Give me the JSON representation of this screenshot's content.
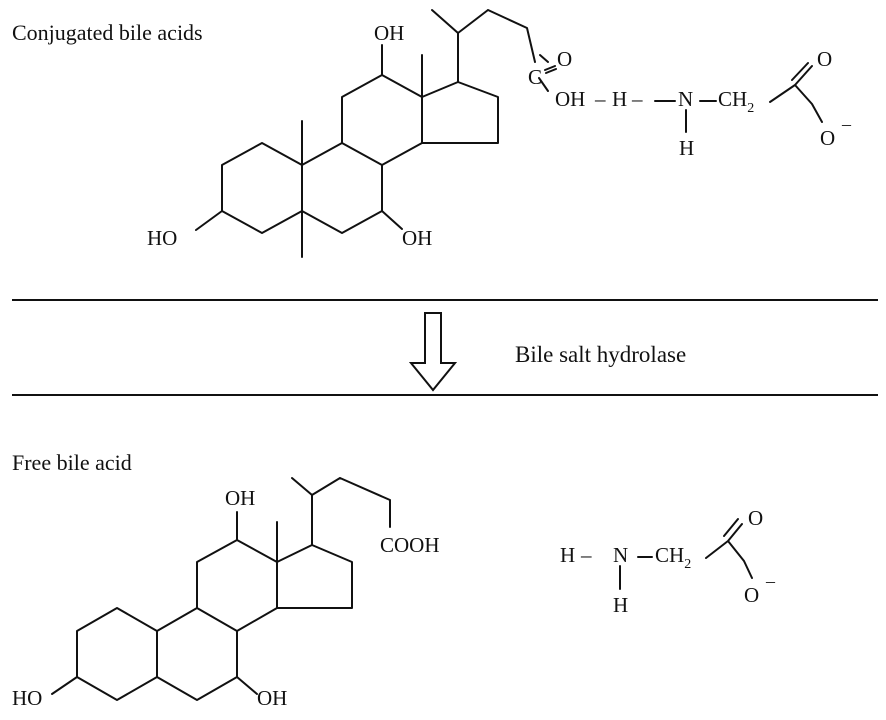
{
  "top_section": {
    "title": "Conjugated bile acids",
    "steroid_labels": {
      "oh_c12": "OH",
      "ho_c3": "HO",
      "oh_c7": "OH"
    },
    "carbonyl": {
      "c": "C",
      "o": "O"
    },
    "linkage": {
      "oh": "OH",
      "dash1": "–",
      "h": "H",
      "dash2": "–",
      "n": "N",
      "nh": "H",
      "ch2": "CH",
      "sub2": "2",
      "o_top": "O",
      "o_bottom": "O",
      "charge": "–"
    }
  },
  "reaction": {
    "enzyme_label": "Bile salt hydrolase"
  },
  "bottom_section": {
    "title": "Free bile acid",
    "steroid_labels": {
      "oh_c12": "OH",
      "cooh": "COOH",
      "ho_c3": "HO",
      "oh_c7": "OH"
    },
    "glycine": {
      "h": "H",
      "dash": "–",
      "n": "N",
      "nh": "H",
      "ch2": "CH",
      "sub2": "2",
      "o_top": "O",
      "o_bottom": "O",
      "charge": "–"
    }
  }
}
